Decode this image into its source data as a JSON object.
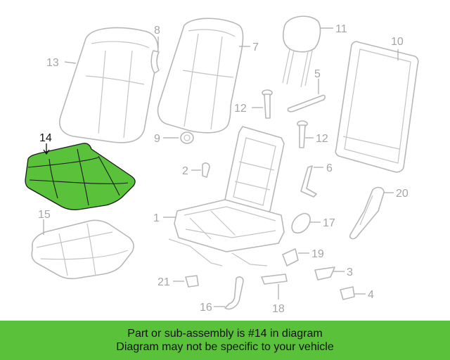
{
  "diagram": {
    "callouts": {
      "c1": "1",
      "c2": "2",
      "c3": "3",
      "c4": "4",
      "c5": "5",
      "c6": "6",
      "c7": "7",
      "c8": "8",
      "c9": "9",
      "c10": "10",
      "c11": "11",
      "c12a": "12",
      "c12b": "12",
      "c13": "13",
      "c14": "14",
      "c15": "15",
      "c16": "16",
      "c17": "17",
      "c18": "18",
      "c19": "19",
      "c20": "20",
      "c21": "21"
    },
    "highlighted_part": "14",
    "highlight_color": "#59c23a",
    "line_color": "#b8b8b8"
  },
  "banner": {
    "line1": "Part or sub-assembly is #14 in diagram",
    "line2": "Diagram may not be specific to your vehicle",
    "background": "#59c23a"
  }
}
